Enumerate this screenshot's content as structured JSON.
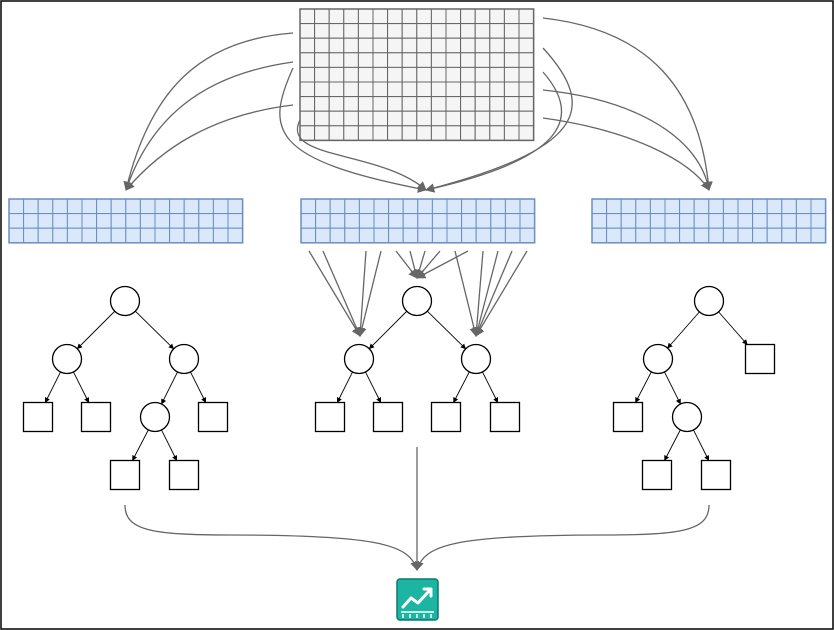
{
  "diagram": {
    "kind": "random-forest-bagging",
    "colors": {
      "dataset_cell_fill": "#f5f5f5",
      "dataset_line": "#666666",
      "sample_cell_fill": "#dae8fc",
      "sample_line": "#6c8ebf",
      "tree_line": "#000000",
      "arrow_line": "#666666",
      "output_icon_fill": "#1bb5a2",
      "output_icon_border": "#0b7a6c",
      "frame_line": "#000000"
    },
    "dataset": {
      "rows": 9,
      "cols": 16
    },
    "samples": [
      {
        "id": "sample-1",
        "rows": 3,
        "cols": 16
      },
      {
        "id": "sample-2",
        "rows": 3,
        "cols": 16
      },
      {
        "id": "sample-3",
        "rows": 3,
        "cols": 16
      }
    ],
    "trees": [
      {
        "id": "tree-1",
        "internal_nodes": 4,
        "leaves": 5
      },
      {
        "id": "tree-2",
        "internal_nodes": 3,
        "leaves": 4
      },
      {
        "id": "tree-3",
        "internal_nodes": 3,
        "leaves": 4
      }
    ],
    "output": {
      "icon": "trending-up-chart-icon"
    }
  }
}
